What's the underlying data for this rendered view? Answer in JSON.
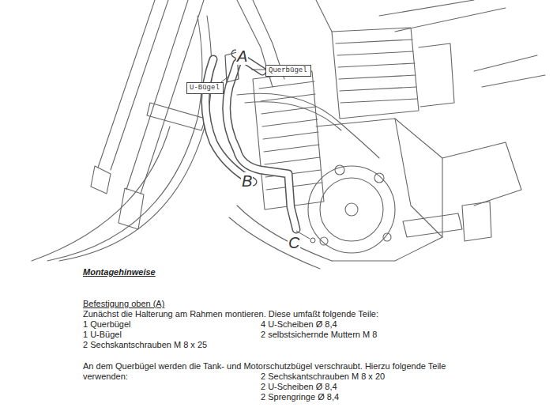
{
  "diagram": {
    "title": "Montagehinweise",
    "nodes": [
      {
        "text": [
          "Querbügel"
        ]
      },
      {
        "text": [
          "U-Bügel"
        ]
      }
    ],
    "labels": [
      "A",
      "B",
      "C",
      "Befestigung oben (A)",
      "Zunächst die Halterung am Rahmen montieren. Diese umfaßt folgende Teile:",
      "1 Querbügel",
      "4 U-Scheiben Ø 8,4",
      "1 U-Bügel",
      "2 selbstsichernde Muttern M 8",
      "2 Sechskantschrauben M 8 x 25",
      "An dem Querbügel werden die Tank- und Motorschutzbügel verschraubt. Hierzu folgende Teile verwenden:",
      "2 Sechskantschrauben M 8 x 20",
      "2 U-Scheiben Ø 8,4",
      "2 Sprengringe Ø 8,4"
    ]
  }
}
